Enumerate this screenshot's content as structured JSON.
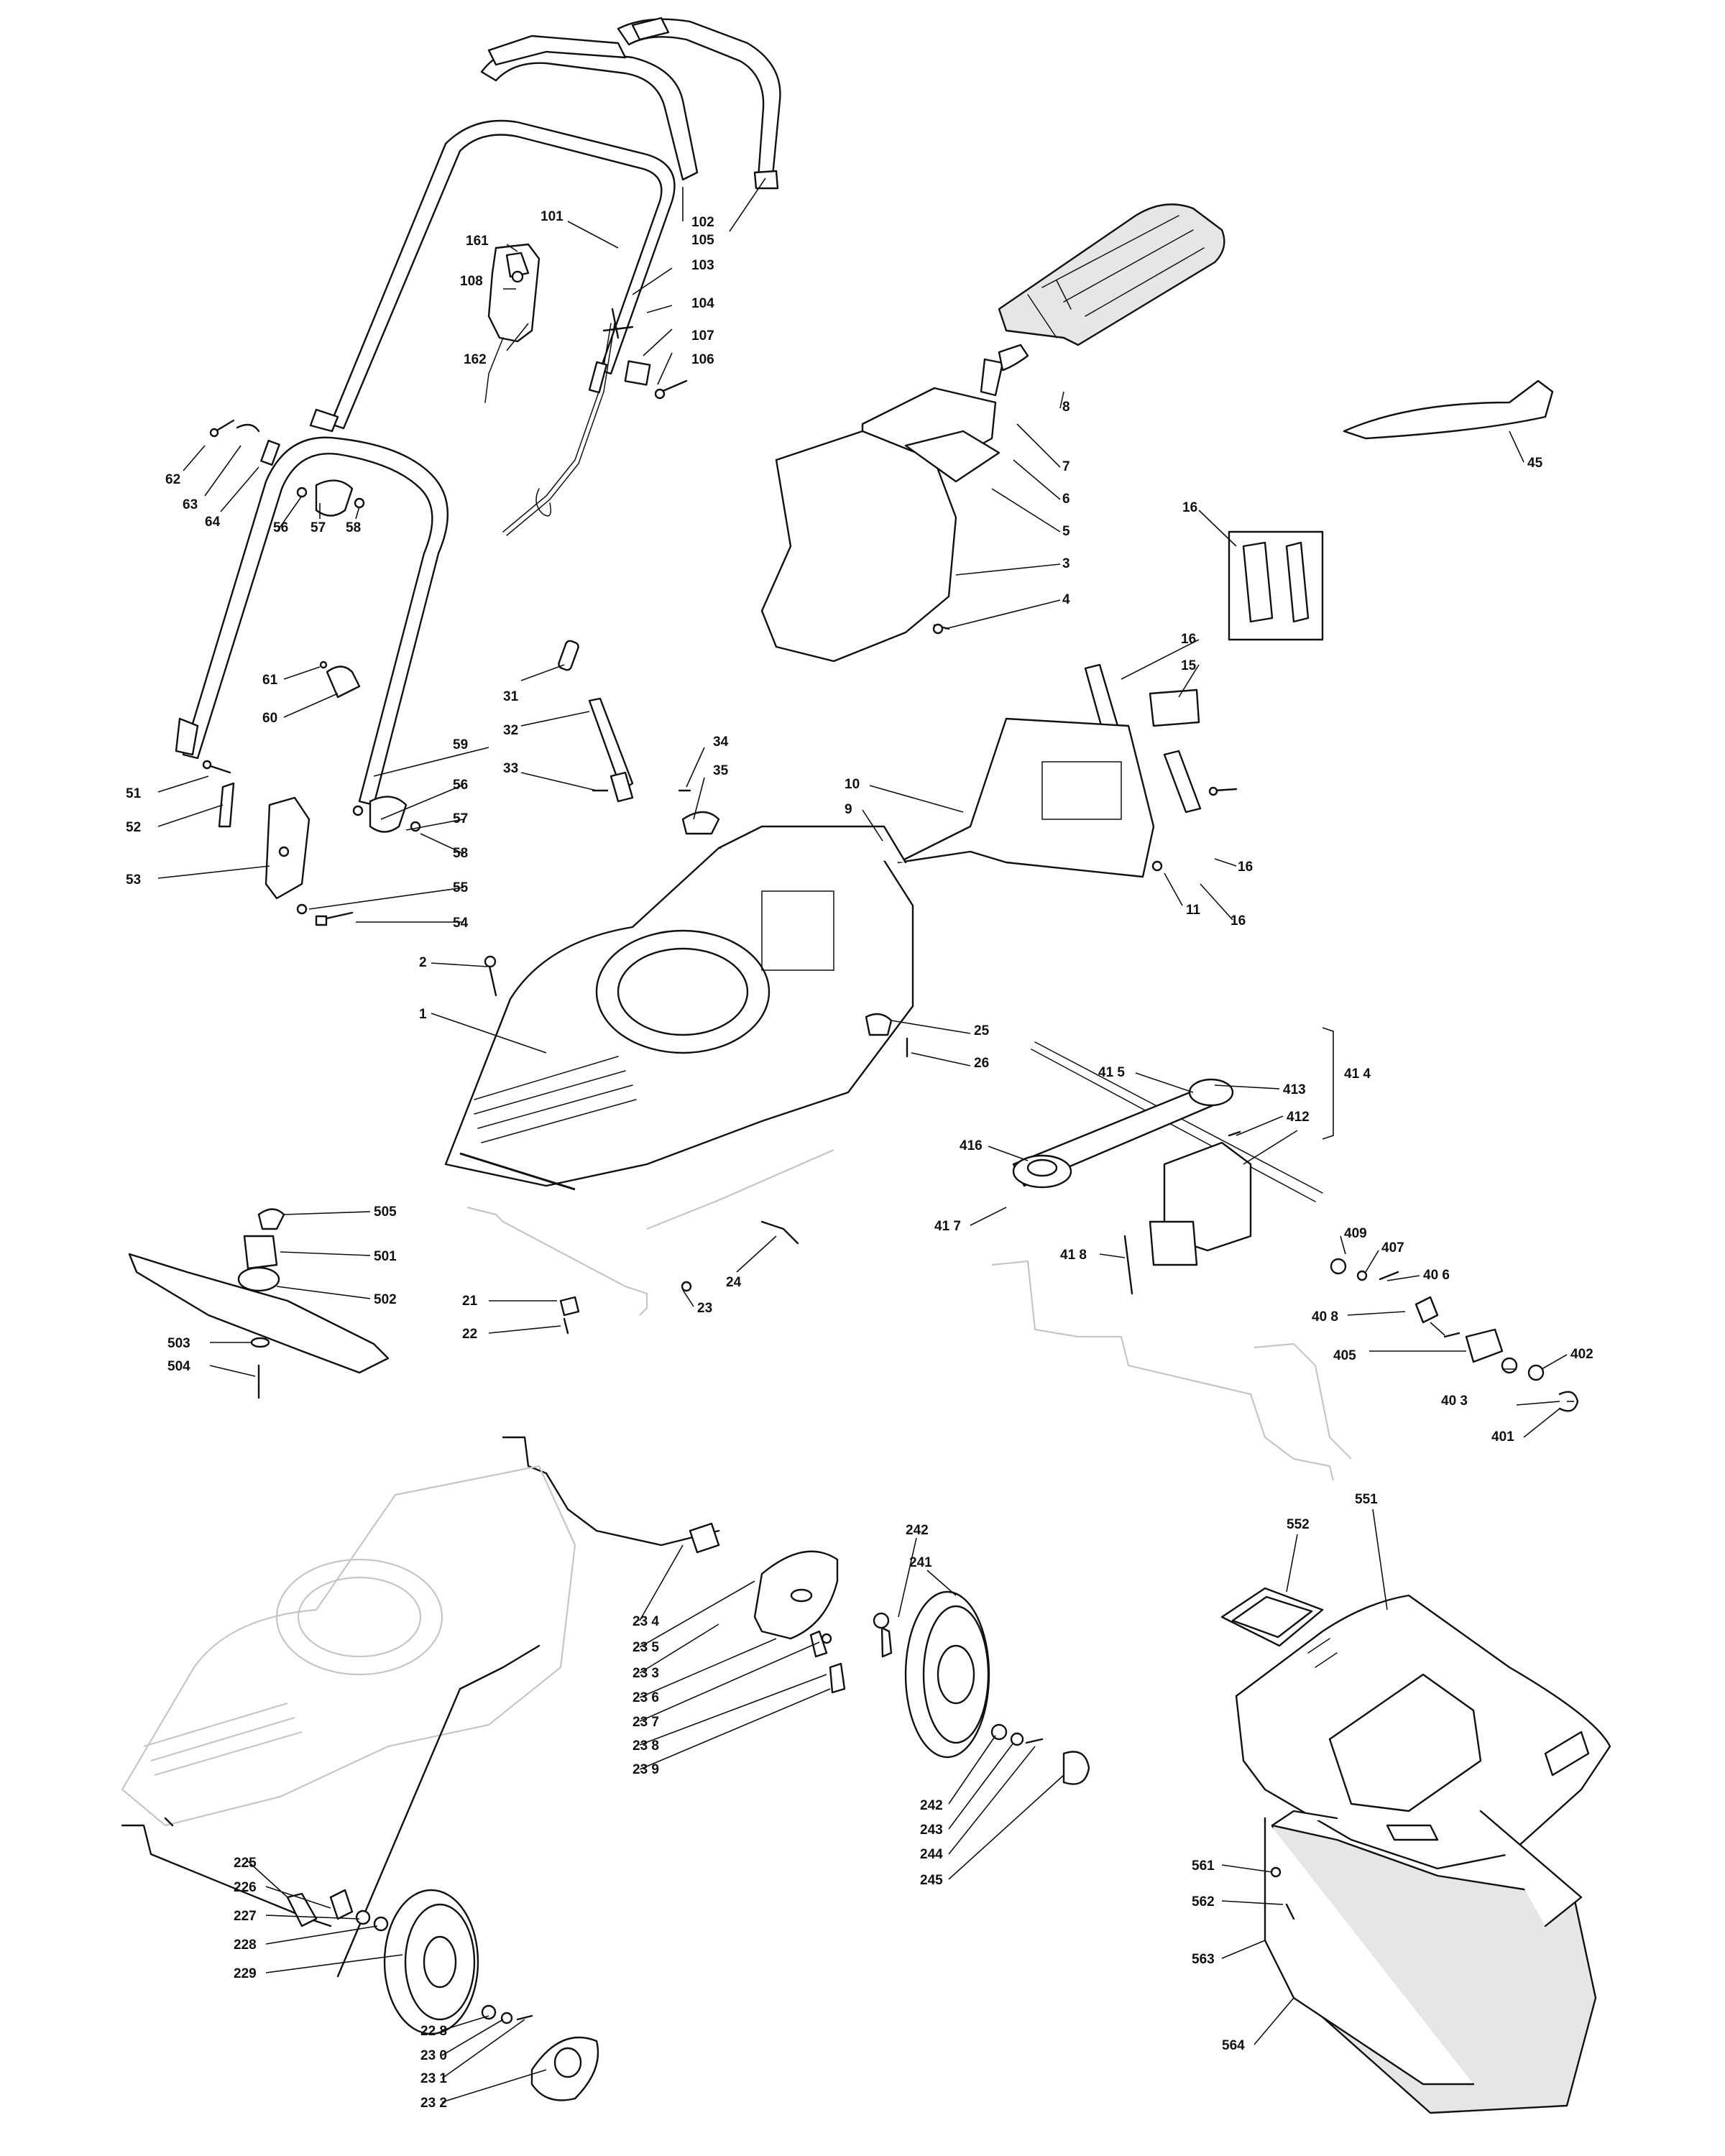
{
  "callouts": [
    {
      "id": "101",
      "text": "101"
    },
    {
      "id": "161",
      "text": "161"
    },
    {
      "id": "108",
      "text": "108"
    },
    {
      "id": "162",
      "text": "162"
    },
    {
      "id": "102",
      "text": "102"
    },
    {
      "id": "105",
      "text": "105"
    },
    {
      "id": "103",
      "text": "103"
    },
    {
      "id": "104",
      "text": "104"
    },
    {
      "id": "107",
      "text": "107"
    },
    {
      "id": "106",
      "text": "106"
    },
    {
      "id": "62",
      "text": "62"
    },
    {
      "id": "63",
      "text": "63"
    },
    {
      "id": "64",
      "text": "64"
    },
    {
      "id": "56a",
      "text": "56"
    },
    {
      "id": "57a",
      "text": "57"
    },
    {
      "id": "58a",
      "text": "58"
    },
    {
      "id": "61",
      "text": "61"
    },
    {
      "id": "60",
      "text": "60"
    },
    {
      "id": "59",
      "text": "59"
    },
    {
      "id": "51",
      "text": "51"
    },
    {
      "id": "52",
      "text": "52"
    },
    {
      "id": "53",
      "text": "53"
    },
    {
      "id": "56b",
      "text": "56"
    },
    {
      "id": "57b",
      "text": "57"
    },
    {
      "id": "58b",
      "text": "58"
    },
    {
      "id": "55",
      "text": "55"
    },
    {
      "id": "54",
      "text": "54"
    },
    {
      "id": "31",
      "text": "31"
    },
    {
      "id": "32",
      "text": "32"
    },
    {
      "id": "33",
      "text": "33"
    },
    {
      "id": "34",
      "text": "34"
    },
    {
      "id": "35",
      "text": "35"
    },
    {
      "id": "2",
      "text": "2"
    },
    {
      "id": "1",
      "text": "1"
    },
    {
      "id": "25",
      "text": "25"
    },
    {
      "id": "26",
      "text": "26"
    },
    {
      "id": "8",
      "text": "8"
    },
    {
      "id": "7",
      "text": "7"
    },
    {
      "id": "6",
      "text": "6"
    },
    {
      "id": "5",
      "text": "5"
    },
    {
      "id": "3",
      "text": "3"
    },
    {
      "id": "4",
      "text": "4"
    },
    {
      "id": "45",
      "text": "45"
    },
    {
      "id": "16a",
      "text": "16"
    },
    {
      "id": "16b",
      "text": "16"
    },
    {
      "id": "15",
      "text": "15"
    },
    {
      "id": "10",
      "text": "10"
    },
    {
      "id": "9",
      "text": "9"
    },
    {
      "id": "11",
      "text": "11"
    },
    {
      "id": "16c",
      "text": "16"
    },
    {
      "id": "16d",
      "text": "16"
    },
    {
      "id": "413",
      "text": "413"
    },
    {
      "id": "415",
      "text": "41 5"
    },
    {
      "id": "412",
      "text": "412"
    },
    {
      "id": "414",
      "text": "41 4"
    },
    {
      "id": "416",
      "text": "416"
    },
    {
      "id": "417",
      "text": "41 7"
    },
    {
      "id": "418",
      "text": "41 8"
    },
    {
      "id": "409",
      "text": "409"
    },
    {
      "id": "407",
      "text": "407"
    },
    {
      "id": "406",
      "text": "40 6"
    },
    {
      "id": "408",
      "text": "40 8"
    },
    {
      "id": "405",
      "text": "405"
    },
    {
      "id": "402",
      "text": "402"
    },
    {
      "id": "403",
      "text": "40 3"
    },
    {
      "id": "401",
      "text": "401"
    },
    {
      "id": "505",
      "text": "505"
    },
    {
      "id": "501",
      "text": "501"
    },
    {
      "id": "502",
      "text": "502"
    },
    {
      "id": "503",
      "text": "503"
    },
    {
      "id": "504",
      "text": "504"
    },
    {
      "id": "21",
      "text": "21"
    },
    {
      "id": "22",
      "text": "22"
    },
    {
      "id": "23",
      "text": "23"
    },
    {
      "id": "24",
      "text": "24"
    },
    {
      "id": "242a",
      "text": "242"
    },
    {
      "id": "241",
      "text": "241"
    },
    {
      "id": "234",
      "text": "23 4"
    },
    {
      "id": "235",
      "text": "23 5"
    },
    {
      "id": "233",
      "text": "23 3"
    },
    {
      "id": "236",
      "text": "23 6"
    },
    {
      "id": "237",
      "text": "23 7"
    },
    {
      "id": "238",
      "text": "23 8"
    },
    {
      "id": "239",
      "text": "23 9"
    },
    {
      "id": "242b",
      "text": "242"
    },
    {
      "id": "243",
      "text": "243"
    },
    {
      "id": "244",
      "text": "244"
    },
    {
      "id": "245",
      "text": "245"
    },
    {
      "id": "225",
      "text": "225"
    },
    {
      "id": "226",
      "text": "226"
    },
    {
      "id": "227",
      "text": "227"
    },
    {
      "id": "228",
      "text": "228"
    },
    {
      "id": "229",
      "text": "229"
    },
    {
      "id": "228b",
      "text": "22 8"
    },
    {
      "id": "230",
      "text": "23 0"
    },
    {
      "id": "231",
      "text": "23 1"
    },
    {
      "id": "232",
      "text": "23 2"
    },
    {
      "id": "551",
      "text": "551"
    },
    {
      "id": "552",
      "text": "552"
    },
    {
      "id": "561",
      "text": "561"
    },
    {
      "id": "562",
      "text": "562"
    },
    {
      "id": "563",
      "text": "563"
    },
    {
      "id": "564",
      "text": "564"
    }
  ]
}
